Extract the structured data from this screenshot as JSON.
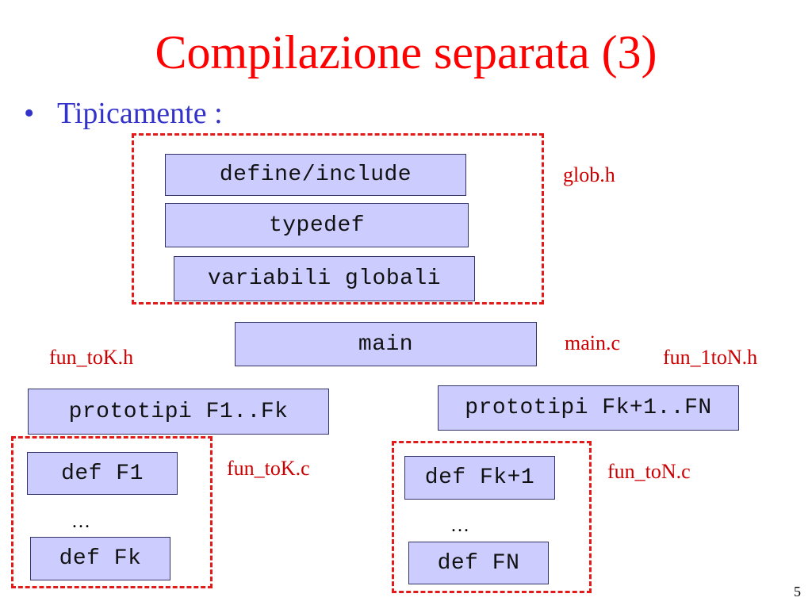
{
  "slide": {
    "title": "Compilazione separata (3)",
    "bullet_symbol": "•",
    "bullet_text": "Tipicamente :",
    "page_number": "5"
  },
  "colors": {
    "title": "#ff0000",
    "bullet": "#3333cc",
    "file_label": "#cc0000",
    "dashed_border": "#e31a1a",
    "box_fill": "#ccccff"
  },
  "glob_group": {
    "file_label": "glob.h",
    "boxes": [
      "define/include",
      "typedef",
      "variabili globali"
    ]
  },
  "main_group": {
    "file_label": "main.c",
    "box": "main"
  },
  "left_group": {
    "header_label": "fun_toK.h",
    "proto_box": "prototipi F1..Fk",
    "file_label": "fun_toK.c",
    "first_def": "def F1",
    "ellipsis": "…",
    "last_def": "def Fk"
  },
  "right_group": {
    "header_label": "fun_1toN.h",
    "proto_box": "prototipi Fk+1..FN",
    "file_label": "fun_toN.c",
    "first_def": "def Fk+1",
    "ellipsis": "…",
    "last_def": "def FN"
  }
}
